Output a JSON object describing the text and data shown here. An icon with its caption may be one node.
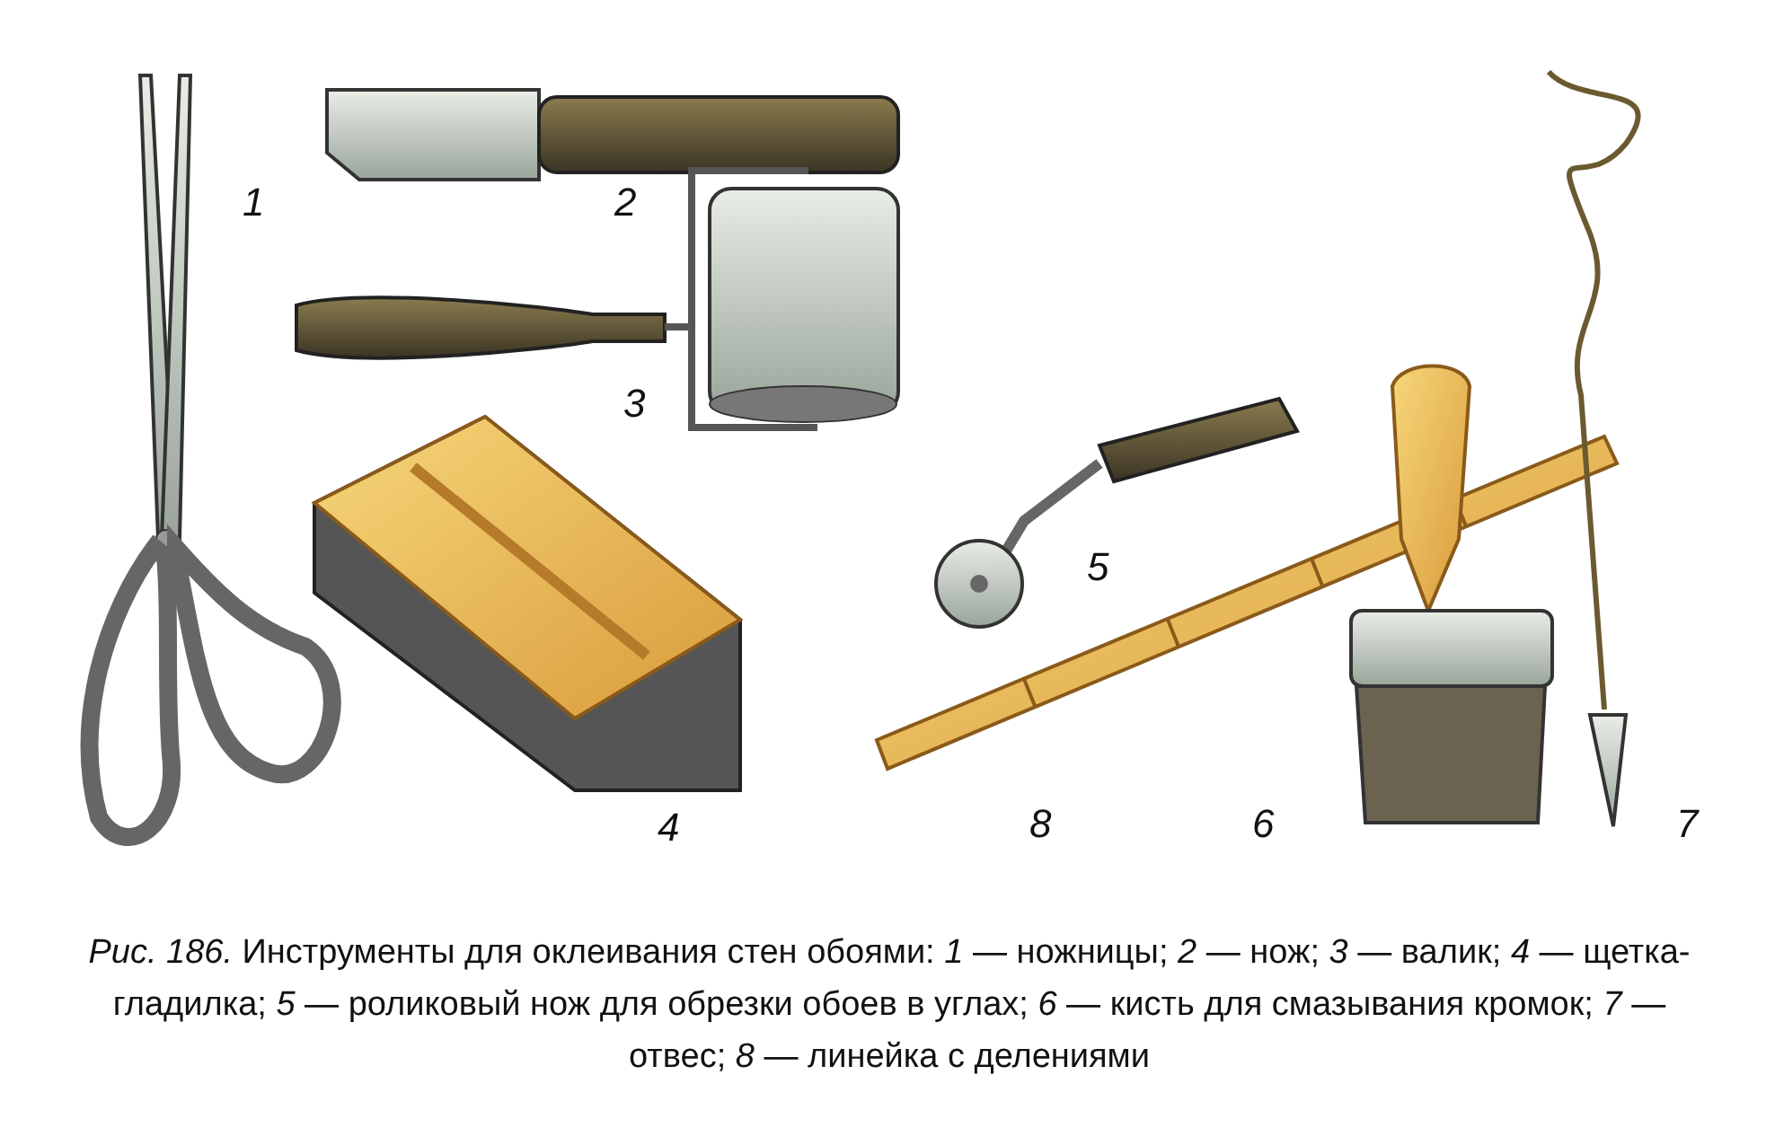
{
  "diagram": {
    "caption": "*Рис. 186.* Инструменты для оклеивания стен обоями: *1* — ножницы; *2* — нож; *3* — валик; *4* — щетка-гладилка; *5* — роликовый нож для обрезки обоев в углах; *6* — кисть для смазывания кромок; *7* — отвес; *8* — линейка с делениями",
    "labels": [
      "1",
      "2",
      "3",
      "5",
      "4",
      "8",
      "6",
      "7"
    ]
  }
}
